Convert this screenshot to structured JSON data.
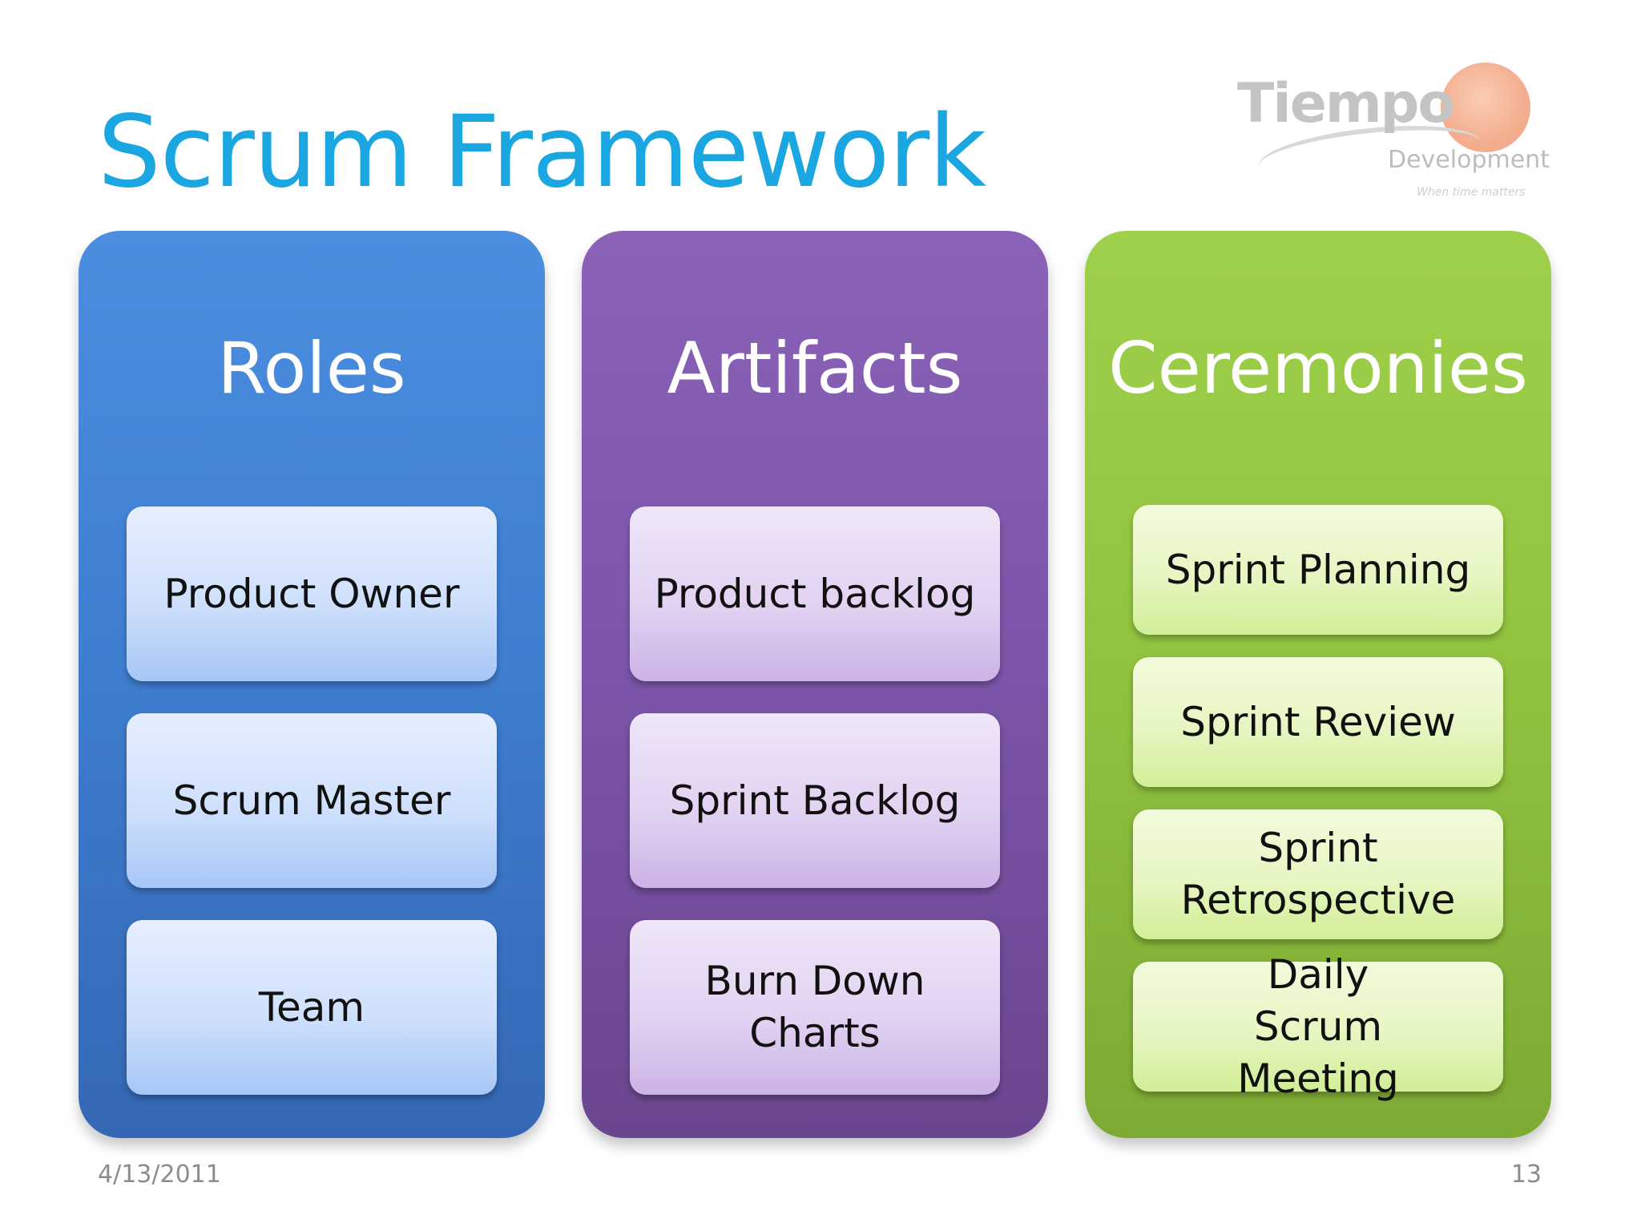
{
  "slide": {
    "title": "Scrum Framework",
    "date": "4/13/2011",
    "page_number": "13"
  },
  "logo": {
    "name": "Tiempo",
    "sub": "Development",
    "tagline": "When time matters",
    "circle_color": "#f2a07c"
  },
  "columns": [
    {
      "heading": "Roles",
      "color": "#4286d9",
      "items": [
        "Product Owner",
        "Scrum Master",
        "Team"
      ]
    },
    {
      "heading": "Artifacts",
      "color": "#7f59ad",
      "items": [
        "Product backlog",
        "Sprint Backlog",
        "Burn Down Charts"
      ]
    },
    {
      "heading": "Ceremonies",
      "color": "#95c743",
      "items": [
        "Sprint Planning",
        "Sprint Review",
        "Sprint Retrospective",
        "Daily Scrum Meeting"
      ]
    }
  ]
}
